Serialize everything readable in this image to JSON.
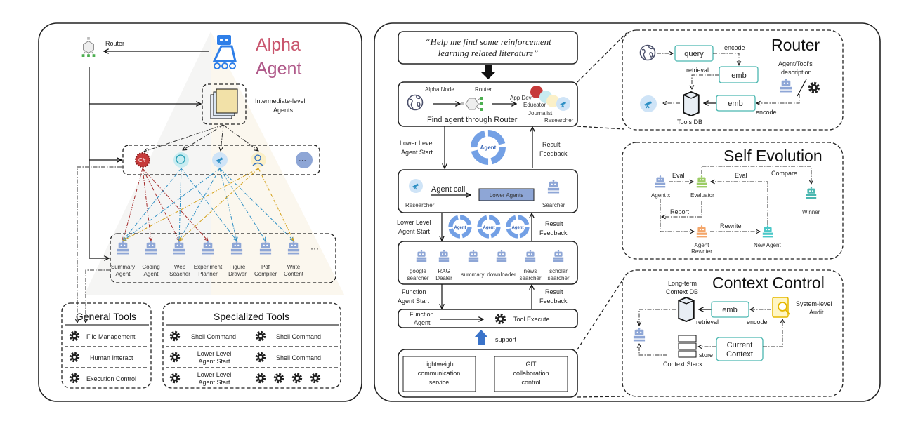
{
  "left": {
    "router_label": "Router",
    "title_line1": "Alpha",
    "title_line2": "Agent",
    "intermediate_line1": "Intermediate-level",
    "intermediate_line2": "Agents",
    "intermediate_icons": [
      "csharp-gear-icon",
      "brain-search-icon",
      "telescope-icon",
      "support-agent-icon",
      "more-icon"
    ],
    "agents": [
      {
        "l1": "Summary",
        "l2": "Agent"
      },
      {
        "l1": "Coding",
        "l2": "Agent"
      },
      {
        "l1": "Web",
        "l2": "Seacher"
      },
      {
        "l1": "Experiment",
        "l2": "Planner"
      },
      {
        "l1": "Figure",
        "l2": "Drawer"
      },
      {
        "l1": "Pdf",
        "l2": "Compiler"
      },
      {
        "l1": "Write",
        "l2": "Content"
      }
    ],
    "agents_more": "···",
    "intermediate_more": "···",
    "general_tools": {
      "title": "General Tools",
      "items": [
        "File Management",
        "Human Interact",
        "Execution Control"
      ]
    },
    "specialized_tools": {
      "title": "Specialized Tools",
      "rows": [
        {
          "a1": "Shell Command",
          "a2": "",
          "b": "Shell Command"
        },
        {
          "a1": "Lower Level",
          "a2": "Agent Start",
          "b": "Shell Command"
        },
        {
          "a1": "Lower Level",
          "a2": "Agent Start",
          "b": ""
        }
      ]
    }
  },
  "flow": {
    "query_line1": "“Help me find some reinforcement",
    "query_line2": "learning related literature”",
    "stage1": {
      "alpha_node": "Alpha Node",
      "router": "Router",
      "app_dev": "App Dev",
      "educator": "Educator",
      "journalist": "Journalist",
      "researcher": "Researcher",
      "caption": "Find agent through Router"
    },
    "down1": [
      "Lower Level",
      "Agent Start"
    ],
    "up1": [
      "Result",
      "Feedback"
    ],
    "cycle_label": "Agent",
    "stage2": {
      "researcher": "Researcher",
      "agent_call": "Agent call",
      "lower_agents": "Lower Agents",
      "searcher": "Searcher"
    },
    "down2": [
      "Lower Level",
      "Agent Start"
    ],
    "up2": [
      "Result",
      "Feedback"
    ],
    "stage3": [
      {
        "l1": "google",
        "l2": "searcher"
      },
      {
        "l1": "RAG",
        "l2": "Dealer"
      },
      {
        "l1": "summary",
        "l2": ""
      },
      {
        "l1": "downloader",
        "l2": ""
      },
      {
        "l1": "news",
        "l2": "searcher"
      },
      {
        "l1": "scholar",
        "l2": "searcher"
      }
    ],
    "down3": [
      "Function",
      "Agent Start"
    ],
    "up3": [
      "Result",
      "Feedback"
    ],
    "stage4": {
      "function_l1": "Function",
      "function_l2": "Agent",
      "tool_execute": "Tool Execute"
    },
    "support": "support",
    "base": {
      "box1": [
        "Lightweight",
        "communication",
        "service"
      ],
      "box2": [
        "GIT",
        "collaboration",
        "control"
      ]
    }
  },
  "router_panel": {
    "title": "Router",
    "query": "query",
    "encode_top": "encode",
    "emb_top": "emb",
    "retrieval": "retrieval",
    "desc_line1": "Agent/Tool's",
    "desc_line2": "description",
    "emb_bottom": "emb",
    "encode_bottom": "encode",
    "tools_db": "Tools DB"
  },
  "self_evolution": {
    "title": "Self Evolution",
    "agent_x": "Agent x",
    "evaluator": "Evaluator",
    "eval1": "Eval",
    "eval2": "Eval",
    "compare": "Compare",
    "winner": "Winner",
    "report": "Report",
    "rewriter_l1": "Agent",
    "rewriter_l2": "Rewriter",
    "rewrite": "Rewrite",
    "new_agent": "New Agent"
  },
  "context_control": {
    "title": "Context Control",
    "db_l1": "Long-term",
    "db_l2": "Context DB",
    "emb": "emb",
    "retrieval": "retrieval",
    "encode": "encode",
    "audit_l1": "System-level",
    "audit_l2": "Audit",
    "current_l1": "Current",
    "current_l2": "Context",
    "store": "store",
    "stack": "Context Stack"
  },
  "colors": {
    "robot": "#8ea6d6",
    "alpha_title": "#c9566e",
    "teal": "#4bb7b0",
    "red_edge": "#a42a2a",
    "blue_edge": "#2e8fc4",
    "gold_edge": "#d4a017",
    "support_arrow": "#3a73c9"
  }
}
